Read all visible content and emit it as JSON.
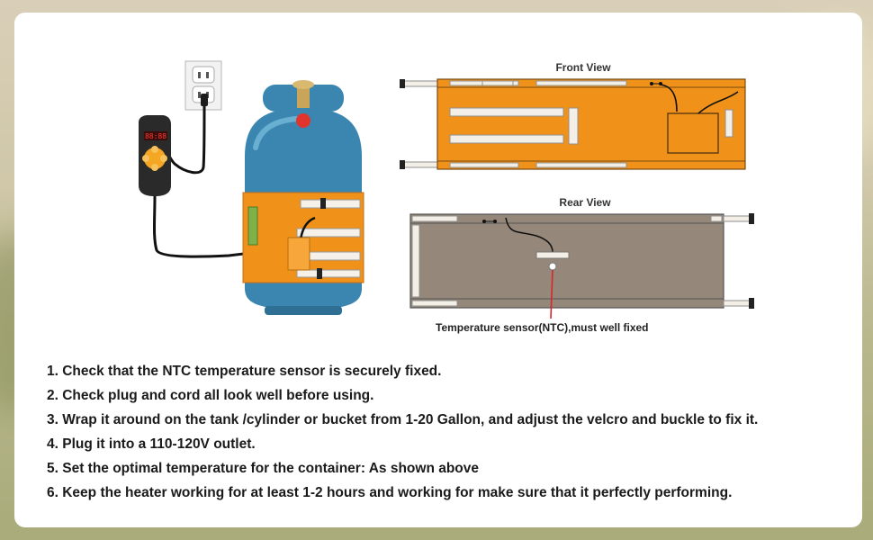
{
  "diagram": {
    "front_view_title": "Front View",
    "rear_view_title": "Rear View",
    "sensor_caption": "Temperature sensor(NTC),must well fixed"
  },
  "instructions": [
    "1. Check that the NTC temperature sensor is securely fixed.",
    "2. Check plug and cord all look well before using.",
    "3. Wrap it around on the tank /cylinder or bucket from 1-20 Gallon, and adjust the velcro and buckle to fix it.",
    "4. Plug it into a 110-120V outlet.",
    "5. Set the optimal temperature for the container: As shown above",
    "6. Keep the heater working for at least 1-2 hours and working for make sure that it perfectly performing."
  ],
  "colors": {
    "heater_orange": "#f0921a",
    "tank_blue": "#3b86b0",
    "rear_panel": "#958779",
    "sensor_line": "#d8262b"
  },
  "icons": [
    "wall-outlet-icon",
    "thermostat-controller-icon",
    "propane-tank-icon",
    "buckle-icon"
  ]
}
